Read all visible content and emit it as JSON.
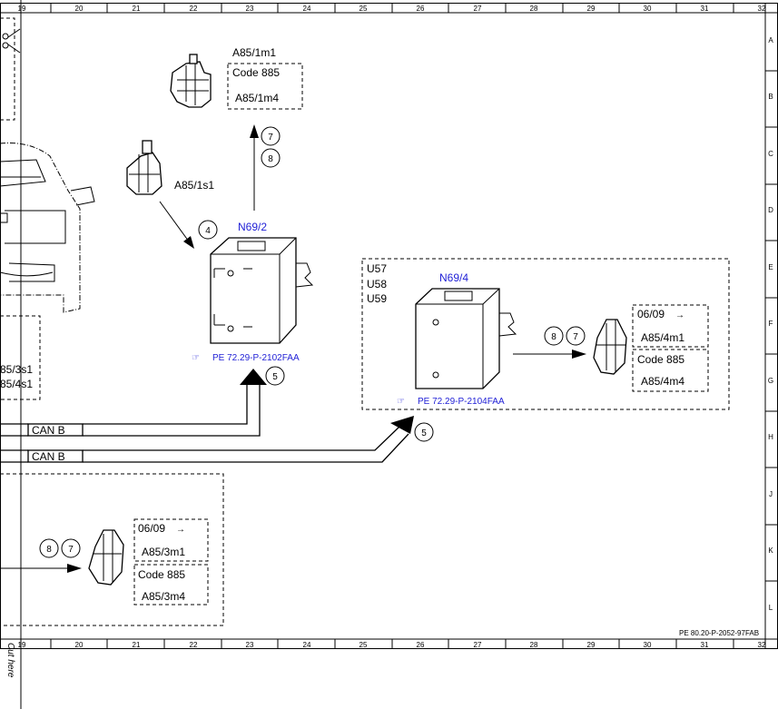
{
  "grid": {
    "columns": [
      "19",
      "20",
      "21",
      "22",
      "23",
      "24",
      "25",
      "26",
      "27",
      "28",
      "29",
      "30",
      "31",
      "32"
    ],
    "rows": [
      "A",
      "B",
      "C",
      "D",
      "E",
      "F",
      "G",
      "H",
      "J",
      "K",
      "L"
    ]
  },
  "cut_here": "Cut here",
  "page_ref": "PE 80.20-P-2052-97FAB",
  "components": {
    "a85_1m1": "A85/1m1",
    "a85_1m4": "A85/1m4",
    "code_885_top": "Code 885",
    "a85_1s1": "A85/1s1",
    "n69_2": "N69/2",
    "n69_4": "N69/4",
    "u57": "U57",
    "u58": "U58",
    "u59": "U59",
    "date_0609_right": "06/09",
    "a85_4m1": "A85/4m1",
    "code_885_right": "Code 885",
    "a85_4m4": "A85/4m4",
    "date_0609_bottom": "06/09",
    "a85_3m1": "A85/3m1",
    "code_885_bottom": "Code 885",
    "a85_3m4": "A85/3m4",
    "left_3s1": "85/3s1",
    "left_4s1": "85/4s1"
  },
  "references": {
    "pe_n69_2": "PE 72.29-P-2102FAA",
    "pe_n69_4": "PE 72.29-P-2104FAA"
  },
  "circles": {
    "c7_top": "7",
    "c8_top": "8",
    "c4": "4",
    "c5_mid": "5",
    "c8_right": "8",
    "c7_right": "7",
    "c5_right": "5",
    "c8_bottom": "8",
    "c7_bottom": "7"
  },
  "can_bus": {
    "upper": "CAN B",
    "lower": "CAN B"
  },
  "arrow_glyph": "→"
}
